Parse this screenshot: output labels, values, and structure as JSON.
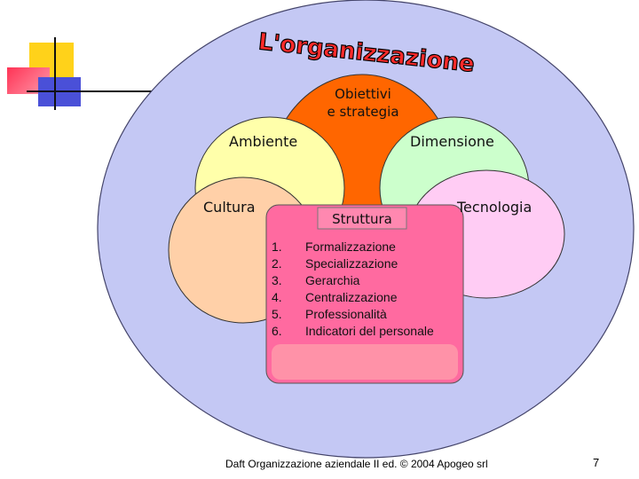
{
  "slide": {
    "title": "L'organizzazione",
    "page_number": "7",
    "footer": "Daft  Organizzazione aziendale II ed. © 2004 Apogeo srl"
  },
  "diagram": {
    "obiettivi": "Obiettivi\ne strategia",
    "ambiente": "Ambiente",
    "dimensione": "Dimensione",
    "cultura": "Cultura",
    "tecnologia": "Tecnologia",
    "struttura_label": "Struttura",
    "struttura_items": [
      {
        "num": "1.",
        "text": "Formalizzazione"
      },
      {
        "num": "2.",
        "text": "Specializzazione"
      },
      {
        "num": "3.",
        "text": "Gerarchia"
      },
      {
        "num": "4.",
        "text": "Centralizzazione"
      },
      {
        "num": "5.",
        "text": "Professionalità"
      },
      {
        "num": "6.",
        "text": "Indicatori del personale"
      }
    ]
  },
  "colors": {
    "outer": "#c4c8f4",
    "obiettivi": "#ff6600",
    "ambiente": "#ffffaa",
    "dimensione": "#ccffcc",
    "cultura": "#ffd0a8",
    "tecnologia": "#ffccf4",
    "struttura": "#ff6aa0",
    "struttura_box": "#ff92a8"
  }
}
